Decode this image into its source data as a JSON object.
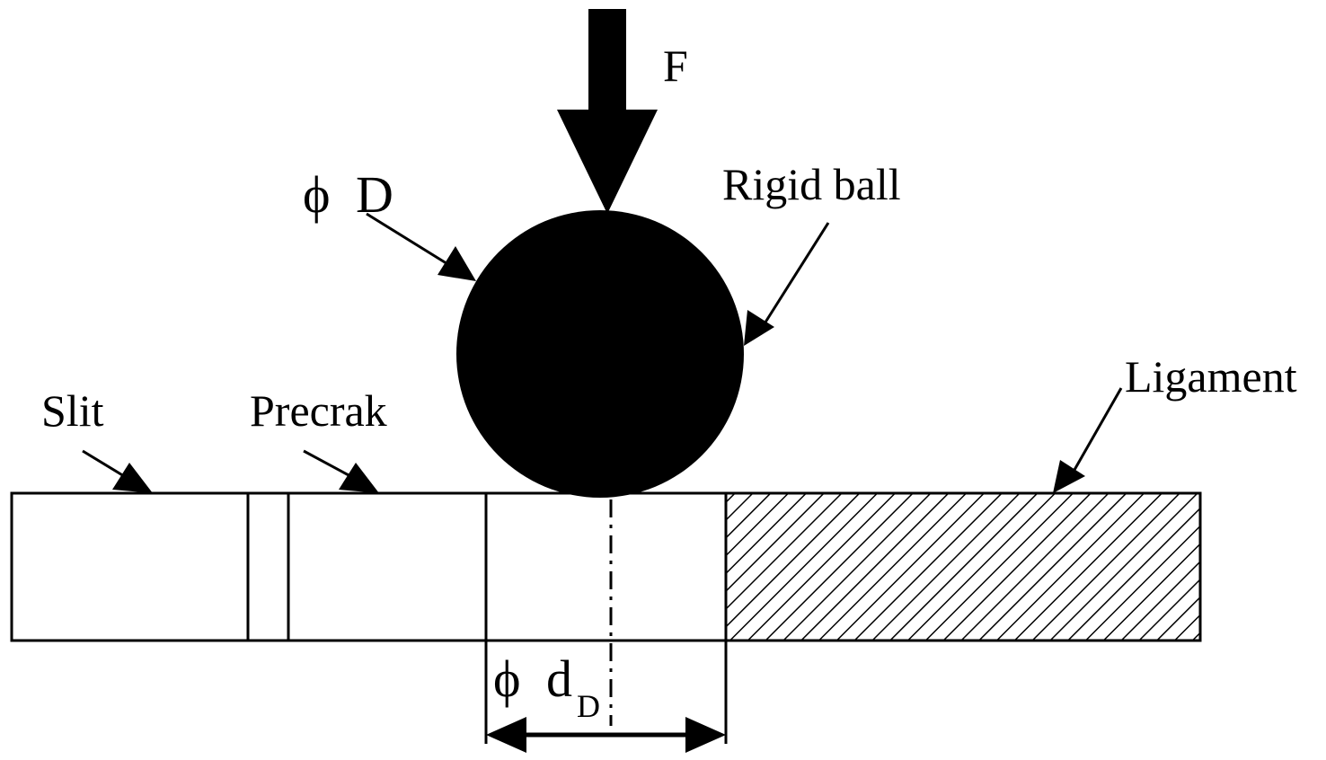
{
  "labels": {
    "force": "F",
    "ball_diameter_symbol": "ϕ",
    "ball_diameter_letter": "D",
    "rigid_ball": "Rigid ball",
    "slit": "Slit",
    "precrack": "Precrak",
    "ligament": "Ligament",
    "dim_symbol": "ϕ",
    "dim_letter": "d",
    "dim_subscript": "D"
  },
  "colors": {
    "ink": "#000000",
    "background": "#ffffff"
  }
}
